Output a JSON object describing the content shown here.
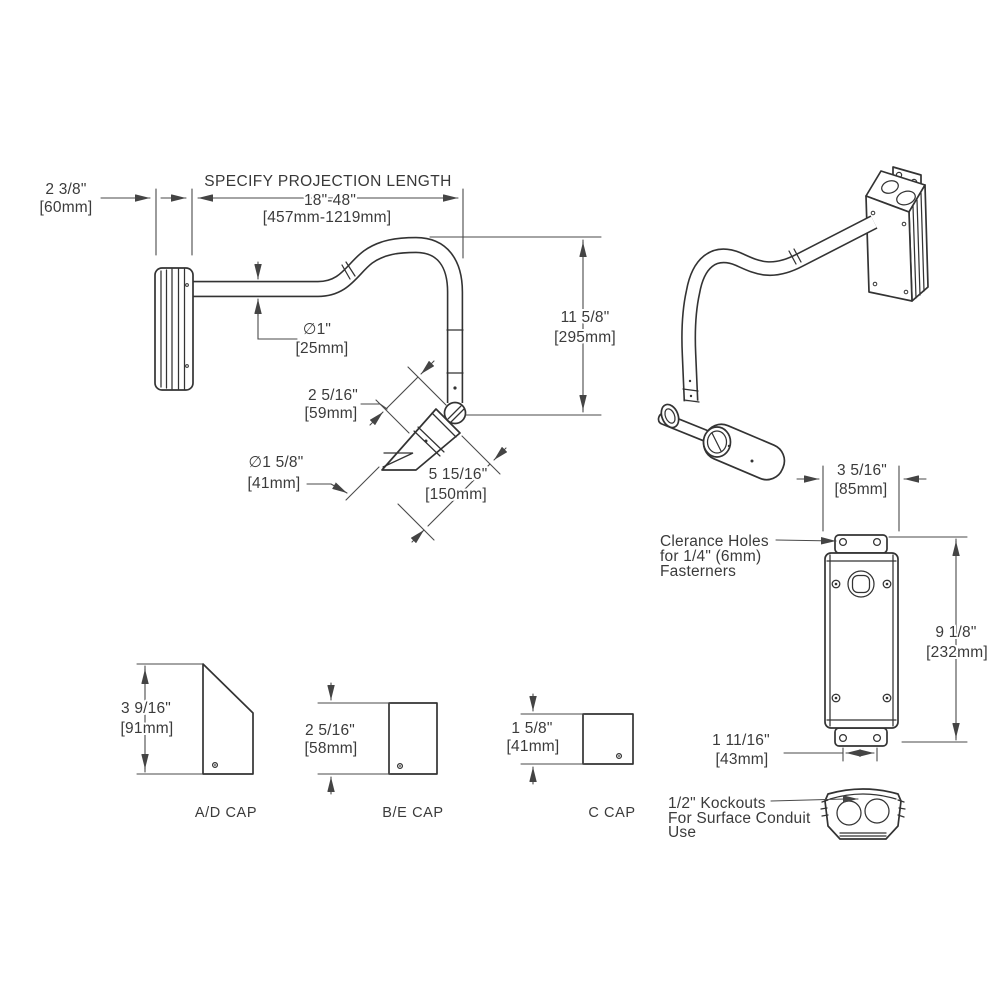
{
  "colors": {
    "background": "#ffffff",
    "part_line": "#333333",
    "dim_line": "#4a4a4a",
    "text": "#3b3b3b"
  },
  "side_view": {
    "projection": {
      "title": "SPECIFY PROJECTION LENGTH",
      "range_in": "18\"-48\"",
      "range_mm": "[457mm-1219mm]"
    },
    "plate_depth": {
      "in": "2 3/8\"",
      "mm": "[60mm]"
    },
    "tube_dia": {
      "in": "∅1\"",
      "mm": "[25mm]"
    },
    "drop_height": {
      "in": "11 5/8\"",
      "mm": "[295mm]"
    },
    "hinge_len": {
      "in": "2 5/16\"",
      "mm": "[59mm]"
    },
    "head_dia": {
      "in": "∅1 5/8\"",
      "mm": "[41mm]"
    },
    "head_len": {
      "in": "5 15/16\"",
      "mm": "[150mm]"
    }
  },
  "back_view": {
    "plate_width": {
      "in": "3 5/16\"",
      "mm": "[85mm]"
    },
    "plate_height": {
      "in": "9 1/8\"",
      "mm": "[232mm]"
    },
    "hole_spacing": {
      "in": "1 11/16\"",
      "mm": "[43mm]"
    },
    "clearance_note": {
      "line1": "Clerance Holes",
      "line2": "for 1/4\" (6mm)",
      "line3": "Fasterners"
    },
    "knockout_note": {
      "line1": "1/2\" Kockouts",
      "line2": "For Surface Conduit",
      "line3": "Use"
    }
  },
  "caps": {
    "ad": {
      "label": "A/D CAP",
      "in": "3 9/16\"",
      "mm": "[91mm]"
    },
    "be": {
      "label": "B/E CAP",
      "in": "2 5/16\"",
      "mm": "[58mm]"
    },
    "c": {
      "label": "C CAP",
      "in": "1 5/8\"",
      "mm": "[41mm]"
    }
  }
}
